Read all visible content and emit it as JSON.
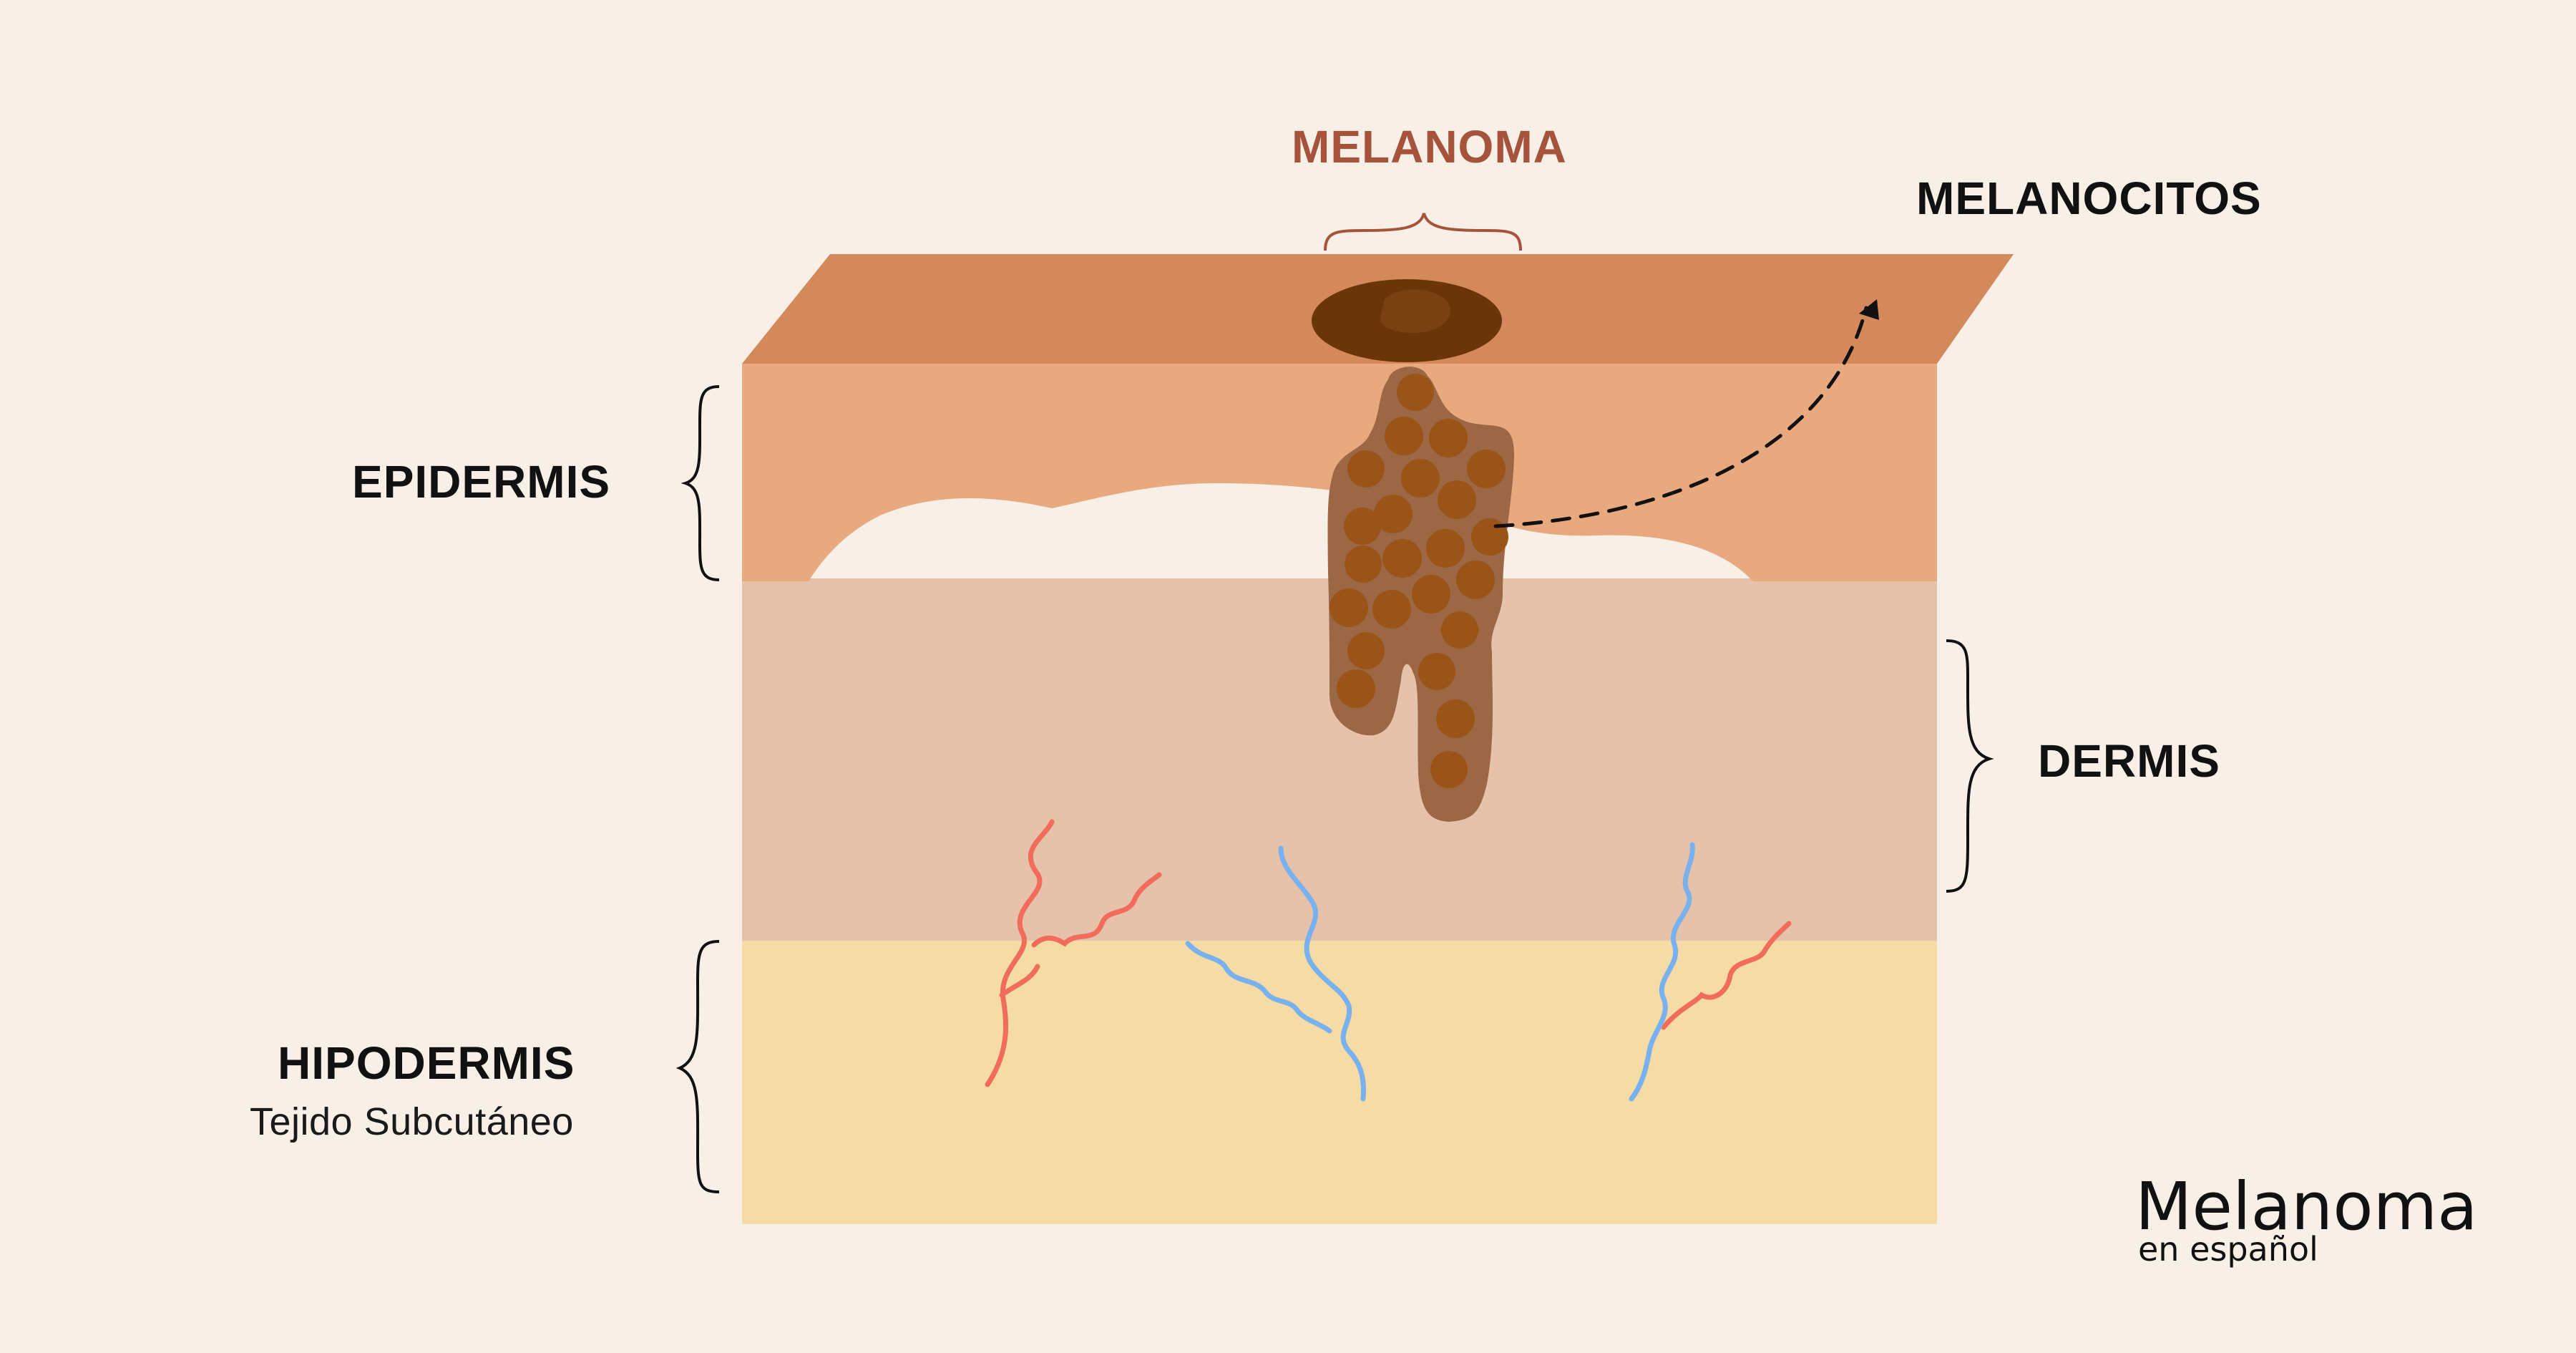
{
  "labels": {
    "melanoma": "MELANOMA",
    "melanocitos": "MELANOCITOS",
    "epidermis": "EPIDERMIS",
    "dermis": "DERMIS",
    "hipodermis": "HIPODERMIS",
    "hipodermis_sub": "Tejido Subcutáneo"
  },
  "logo": {
    "name": "Melanoma",
    "tagline": "en español"
  },
  "colors": {
    "background": "#f8efe6",
    "skin_surface": "#d4895a",
    "epidermis": "#e8a97e",
    "dermis": "#e6c2aa",
    "hipodermis": "#f5dca6",
    "melanoma_dark": "#6b3607",
    "melanocyte_cells": "#9b5418",
    "artery": "#f26c5c",
    "vein": "#79b1ee",
    "melanoma_label": "#a6533c"
  }
}
